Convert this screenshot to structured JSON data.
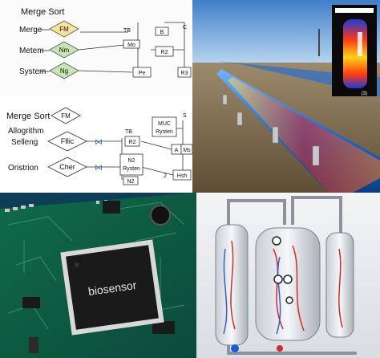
{
  "collage": {
    "diagram": {
      "title_top": "Merge Sort",
      "labels_top": [
        "Merge",
        "Metem",
        "System"
      ],
      "diamonds_top": [
        "FM",
        "Nm",
        "Ng"
      ],
      "boxes_top": [
        "TB",
        "Mo",
        "R2",
        "B",
        "Pe",
        "R3",
        "C"
      ],
      "title_bottom": "Merge Sort",
      "labels_bottom": [
        "Allogrithm",
        "Selleng",
        "Oristrion"
      ],
      "diamonds_bottom": [
        "FM",
        "Fflic",
        "Cher"
      ],
      "boxes_bottom": [
        "TB",
        "R2",
        "N2",
        "Rysten",
        "N2",
        "MUC",
        "Rysten",
        "A",
        "Ms",
        "S",
        "Hsh",
        "2"
      ]
    },
    "pipeline": {
      "inset_caption": "(3)"
    },
    "chip": {
      "label": "biosensor"
    }
  },
  "colors": {
    "pipe_blue": "#1e6fd0",
    "heat_red": "#e02020",
    "pcb_green": "#0f6b4a",
    "chip_black": "#1a1a1a"
  }
}
